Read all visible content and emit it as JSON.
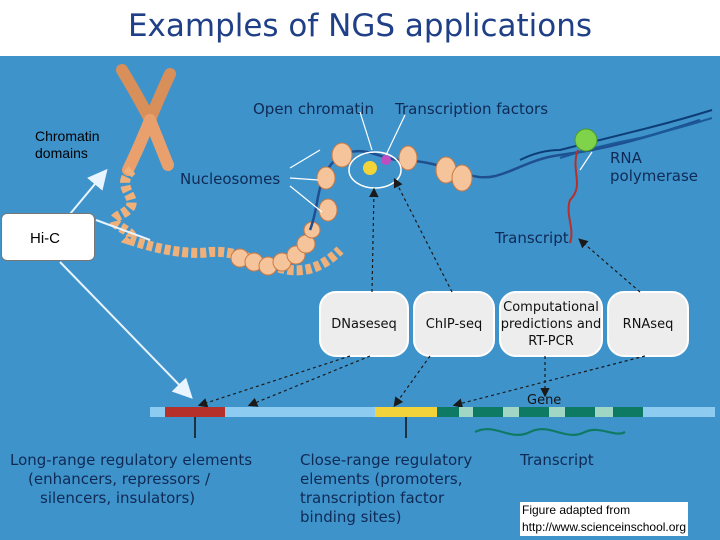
{
  "title": "Examples of NGS applications",
  "labels": {
    "chromatin_domains_1": "Chromatin",
    "chromatin_domains_2": "domains",
    "hic": "Hi-C",
    "open_chromatin": "Open chromatin",
    "transcription_factors": "Transcription factors",
    "nucleosomes": "Nucleosomes",
    "rna_pol_1": "RNA",
    "rna_pol_2": "polymerase",
    "transcript_top": "Transcript",
    "dnaseseq": "DNaseseq",
    "chipseq": "ChIP-seq",
    "comp_1": "Computational",
    "comp_2": "predictions and",
    "comp_3": "RT-PCR",
    "rnaseq": "RNAseq",
    "gene": "Gene",
    "long_1": "Long-range regulatory elements",
    "long_2": "(enhancers, repressors /",
    "long_3": "silencers, insulators)",
    "close_1": "Close-range regulatory",
    "close_2": "elements (promoters,",
    "close_3": "transcription factor",
    "close_4": "binding sites)",
    "transcript_bottom": "Transcript",
    "credit_1": "Figure adapted from",
    "credit_2": "http://www.scienceinschool.org"
  },
  "colors": {
    "panel": "#3f93cb",
    "title": "#1f3f86",
    "long_range": "#b5302a",
    "close_range": "#f2d43a",
    "gene_dark": "#0f7a63",
    "gene_light": "#9fd7c4",
    "rna_pol": "#7fd34a"
  }
}
